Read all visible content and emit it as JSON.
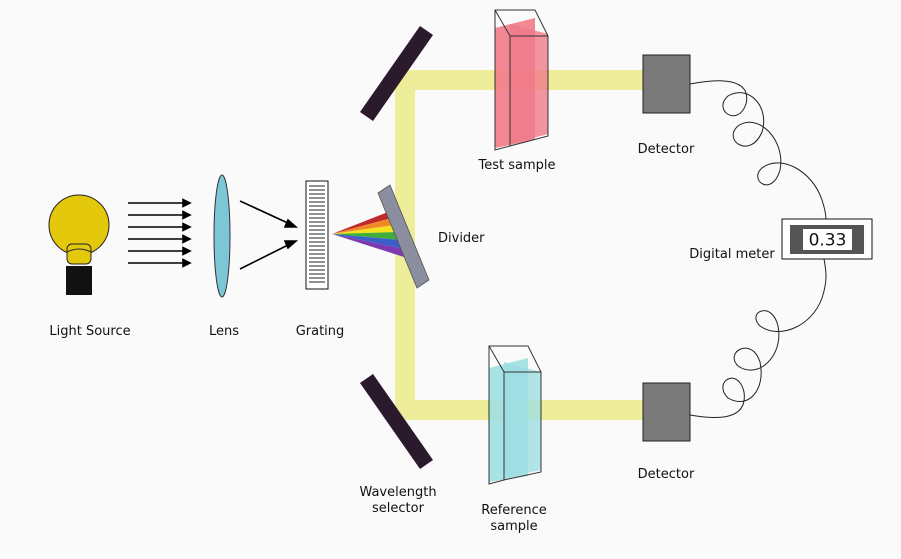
{
  "labels": {
    "light_source": "Light Source",
    "lens": "Lens",
    "grating": "Grating",
    "divider": "Divider",
    "test_sample": "Test sample",
    "reference_sample_line1": "Reference",
    "reference_sample_line2": "sample",
    "wavelength_selector_line1": "Wavelength",
    "wavelength_selector_line2": "selector",
    "detector_top": "Detector",
    "detector_bottom": "Detector",
    "digital_meter": "Digital meter"
  },
  "meter": {
    "reading": "0.33"
  },
  "colors": {
    "bulb": "#e3c80c",
    "bulb_base": "#111111",
    "lens": "#7cc6d8",
    "beam": "#ecec8a",
    "mirror": "#2b1a2c",
    "divider": "#8a8e9e",
    "detector": "#7a7a7a",
    "test_sample": "#f07b88",
    "reference_sample": "#9ddfe2",
    "spectrum": [
      "#c0292a",
      "#f0882a",
      "#f4e21e",
      "#3fae3a",
      "#3a5fc8",
      "#7d3ab0"
    ]
  },
  "icons": [
    "light-bulb-icon",
    "lens-icon",
    "grating-icon",
    "prism-spectrum-icon",
    "mirror-icon",
    "cuvette-icon",
    "detector-icon",
    "digital-meter-icon"
  ]
}
